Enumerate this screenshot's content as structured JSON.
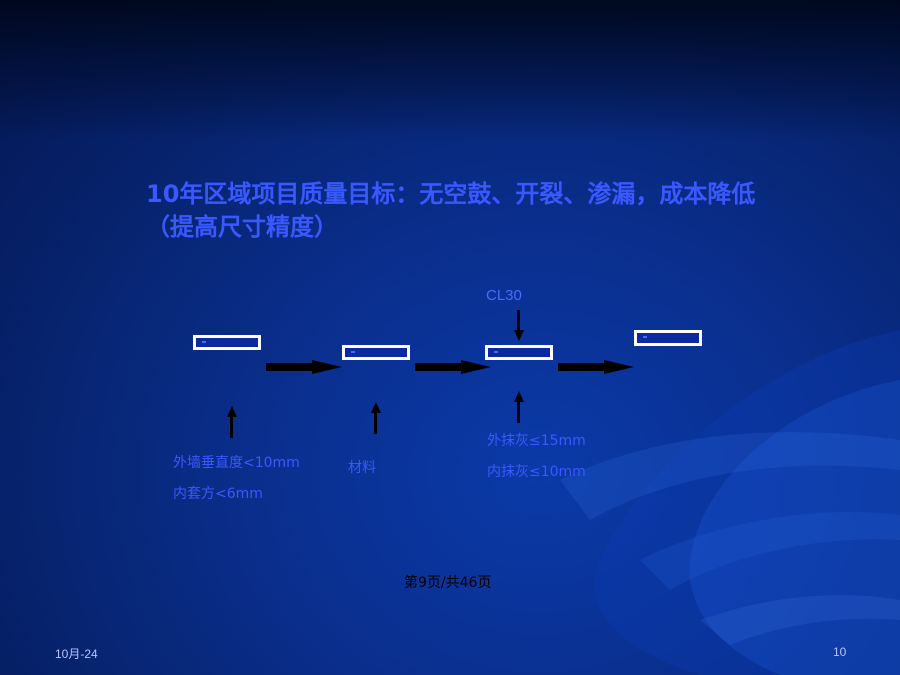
{
  "slide": {
    "title": "10年区域项目质量目标：无空鼓、开裂、渗漏，成本降低（提高尺寸精度）",
    "cl_label": "CL30",
    "labels": {
      "wall_line1": "外墙垂直度<10mm",
      "wall_line2": "内套方<6mm",
      "material": "材料",
      "plaster_line1": "外抹灰≤15mm",
      "plaster_line2": "内抹灰≤10mm"
    },
    "page_info": "第9页/共46页",
    "footer_date": "10月-24",
    "footer_page": "10"
  },
  "colors": {
    "text_accent": "#3a58ff",
    "arrow": "#000000",
    "box_border": "#ffffff"
  }
}
